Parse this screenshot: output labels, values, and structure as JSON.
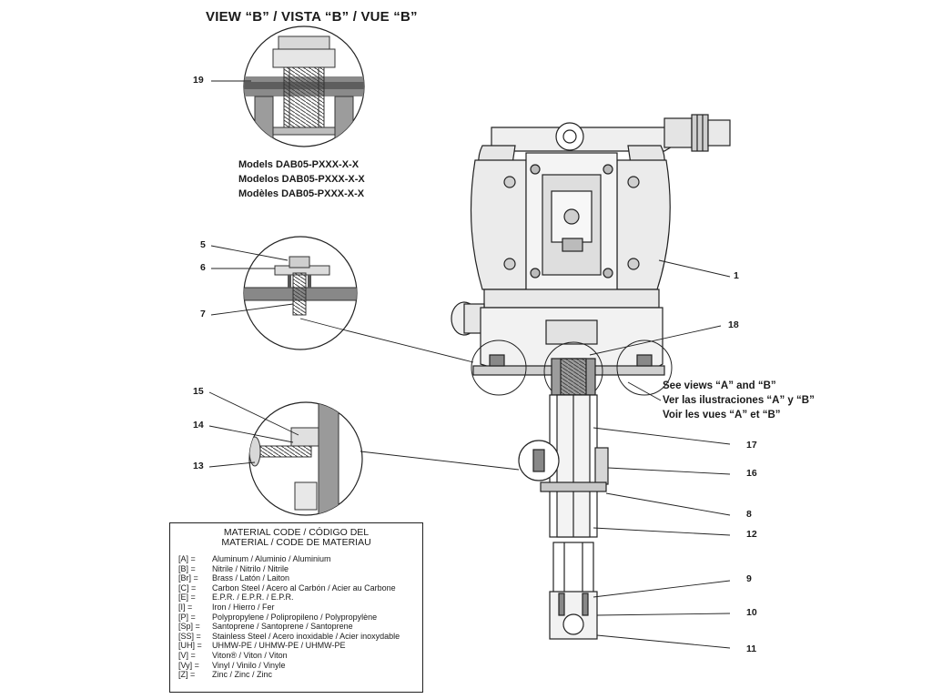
{
  "title": "VIEW “B” / VISTA “B” / VUE “B”",
  "models": [
    "Models DAB05-PXXX-X-X",
    "Modelos DAB05-PXXX-X-X",
    "Modèles DAB05-PXXX-X-X"
  ],
  "see_views": [
    "See views “A” and “B”",
    "Ver las ilustraciones “A” y “B”",
    "Voir les vues “A” et “B”"
  ],
  "callouts": {
    "c19": "19",
    "c5": "5",
    "c6": "6",
    "c7": "7",
    "c15": "15",
    "c14": "14",
    "c13": "13",
    "c1": "1",
    "c18": "18",
    "c17": "17",
    "c16": "16",
    "c8": "8",
    "c12": "12",
    "c9": "9",
    "c10": "10",
    "c11": "11"
  },
  "material": {
    "heading": [
      "MATERIAL CODE / CÓDIGO DEL",
      "MATERIAL / CODE DE MATERIAU"
    ],
    "codes": [
      {
        "code": "[A] =",
        "desc": "Aluminum / Aluminio / Aluminium"
      },
      {
        "code": "[B] =",
        "desc": "Nitrile / Nitrilo / Nitrile"
      },
      {
        "code": "[Br] =",
        "desc": "Brass / Latón / Laiton"
      },
      {
        "code": "[C] =",
        "desc": "Carbon Steel / Acero al Carbón / Acier au Carbone"
      },
      {
        "code": "[E] =",
        "desc": "E.P.R. / E.P.R. / E.P.R."
      },
      {
        "code": "[I] =",
        "desc": "Iron / Hierro / Fer"
      },
      {
        "code": "[P] =",
        "desc": "Polypropylene / Polipropileno / Polypropylène"
      },
      {
        "code": "[Sp] =",
        "desc": "Santoprene / Santoprene / Santoprene"
      },
      {
        "code": "[SS] =",
        "desc": "Stainless Steel / Acero inoxidable / Acier inoxydable"
      },
      {
        "code": "[UH] =",
        "desc": "UHMW-PE / UHMW-PE / UHMW-PE"
      },
      {
        "code": "[V] =",
        "desc": "Viton® / Viton / Viton"
      },
      {
        "code": "[Vy] =",
        "desc": "Vinyl / Vinilo / Vinyle"
      },
      {
        "code": "[Z] =",
        "desc": "Zinc / Zinc / Zinc"
      }
    ]
  }
}
